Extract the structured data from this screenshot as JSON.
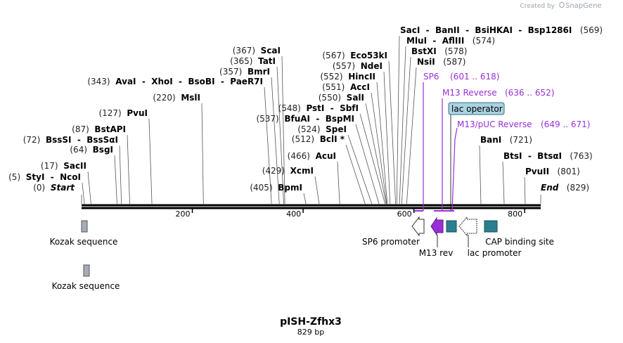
{
  "credit": {
    "created_by": "Created by",
    "brand": "SnapGene"
  },
  "title": "pISH-Zfhx3",
  "subtitle": "829 bp",
  "sequence_length": 829,
  "axis_ticks": [
    {
      "pos": 200,
      "label": "200"
    },
    {
      "pos": 400,
      "label": "400"
    },
    {
      "pos": 600,
      "label": "600"
    },
    {
      "pos": 800,
      "label": "800"
    }
  ],
  "sites": [
    {
      "num": "(0)",
      "name": "Start",
      "pos": 0,
      "style": "italic"
    },
    {
      "num": "(5)",
      "name": "StyI  -  NcoI",
      "pos": 5
    },
    {
      "num": "(17)",
      "name": "SacII",
      "pos": 17
    },
    {
      "num": "(64)",
      "name": "BsgI",
      "pos": 64
    },
    {
      "num": "(72)",
      "name": "BssSI  -  BssSαI",
      "pos": 72
    },
    {
      "num": "(87)",
      "name": "BstAPI",
      "pos": 87
    },
    {
      "num": "(127)",
      "name": "PvuI",
      "pos": 127
    },
    {
      "num": "(220)",
      "name": "MslI",
      "pos": 220
    },
    {
      "num": "(343)",
      "name": "AvaI  -  XhoI  -  BsoBI  -  PaeR7I",
      "pos": 343
    },
    {
      "num": "(357)",
      "name": "BmrI",
      "pos": 357
    },
    {
      "num": "(365)",
      "name": "TatI",
      "pos": 365
    },
    {
      "num": "(367)",
      "name": "ScaI",
      "pos": 367
    },
    {
      "num": "(405)",
      "name": "BpmI",
      "pos": 405
    },
    {
      "num": "(429)",
      "name": "XcmI",
      "pos": 429
    },
    {
      "num": "(466)",
      "name": "AcuI",
      "pos": 466
    },
    {
      "num": "(512)",
      "name": "BclI *",
      "pos": 512
    },
    {
      "num": "(524)",
      "name": "SpeI",
      "pos": 524
    },
    {
      "num": "(537)",
      "name": "BfuAI  -  BspMI",
      "pos": 537
    },
    {
      "num": "(548)",
      "name": "PstI  -  SbfI",
      "pos": 548
    },
    {
      "num": "(550)",
      "name": "SalI",
      "pos": 550
    },
    {
      "num": "(551)",
      "name": "AccI",
      "pos": 551
    },
    {
      "num": "(552)",
      "name": "HincII",
      "pos": 552
    },
    {
      "num": "(557)",
      "name": "NdeI",
      "pos": 557
    },
    {
      "num": "(567)",
      "name": "Eco53kI",
      "pos": 567
    },
    {
      "num": "(569)",
      "name": "SacI  -  BanII  -  BsiHKAI  -  Bsp1286I",
      "pos": 569
    },
    {
      "num": "(574)",
      "name": "MluI  -  AflIII",
      "pos": 574
    },
    {
      "num": "(578)",
      "name": "BstXI",
      "pos": 578
    },
    {
      "num": "(587)",
      "name": "NsiI",
      "pos": 587
    },
    {
      "num": "(721)",
      "name": "BanI",
      "pos": 721
    },
    {
      "num": "(763)",
      "name": "BtsI  -  BtsαI",
      "pos": 763
    },
    {
      "num": "(801)",
      "name": "PvuII",
      "pos": 801
    },
    {
      "num": "(829)",
      "name": "End",
      "pos": 829,
      "style": "italic"
    }
  ],
  "primers": [
    {
      "name": "SP6",
      "range": "(601 .. 618)",
      "start": 601,
      "end": 618
    },
    {
      "name": "M13 Reverse",
      "range": "(636 .. 652)",
      "start": 636,
      "end": 652
    },
    {
      "name": "M13/pUC Reverse",
      "range": "(649 .. 671)",
      "start": 649,
      "end": 671
    }
  ],
  "lac_operator_label": "lac operator",
  "features": [
    {
      "name": "Kozak sequence"
    },
    {
      "name": "Kozak sequence"
    },
    {
      "name": "SP6 promoter"
    },
    {
      "name": "M13 rev"
    },
    {
      "name": "lac promoter"
    },
    {
      "name": "CAP binding site"
    }
  ],
  "colors": {
    "primer": "#9a2fd6",
    "feature_teal": "#2a7f8f",
    "kozak": "#a7adb6",
    "lac_operator_box": "#a9d3e2"
  }
}
